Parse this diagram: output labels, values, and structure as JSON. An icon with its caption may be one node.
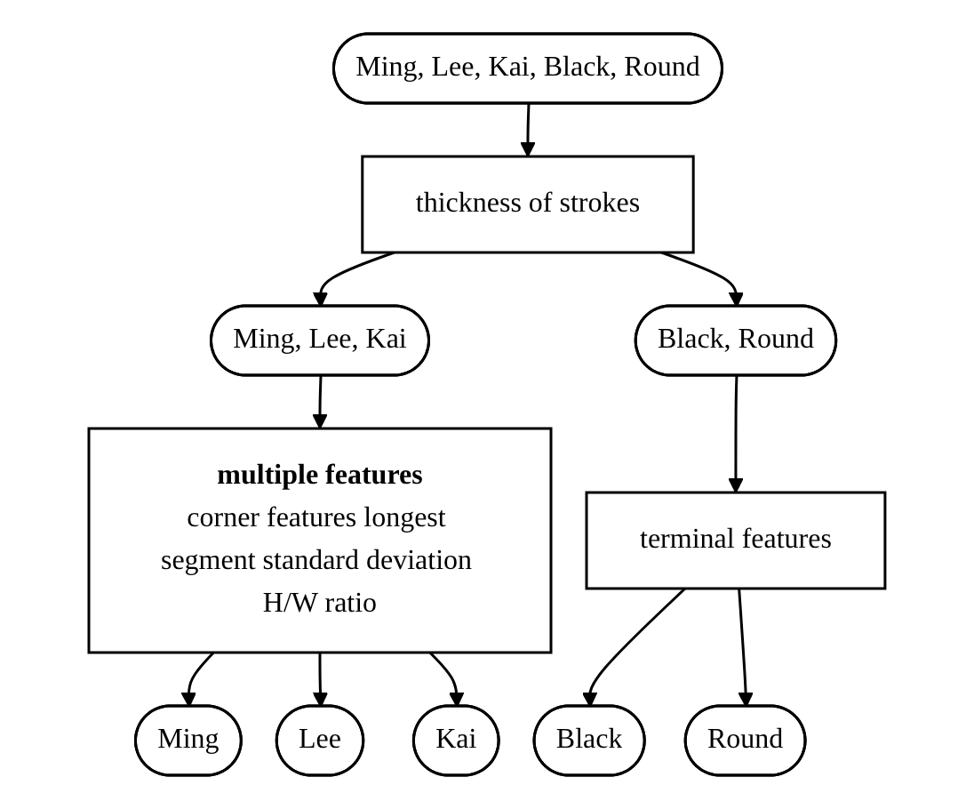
{
  "diagram": {
    "nodes": [
      {
        "text": [
          "Ming, Lee, Kai, Black, Round"
        ]
      },
      {
        "text": [
          "thickness of strokes"
        ]
      },
      {
        "text": [
          "Ming, Lee, Kai"
        ]
      },
      {
        "text": [
          "Black, Round"
        ]
      },
      {
        "text": [
          "multiple features",
          "corner features longest segment standard deviation H/W ratio"
        ]
      },
      {
        "text": [
          "terminal features"
        ]
      },
      {
        "text": [
          "Ming"
        ]
      },
      {
        "text": [
          "Lee"
        ]
      },
      {
        "text": [
          "Kai"
        ]
      },
      {
        "text": [
          "Black"
        ]
      },
      {
        "text": [
          "Round"
        ]
      }
    ],
    "edges": [
      {
        "from": 0,
        "to": 1,
        "arrow": "to"
      },
      {
        "from": 1,
        "to": 2,
        "arrow": "to"
      },
      {
        "from": 1,
        "to": 3,
        "arrow": "to"
      },
      {
        "from": 2,
        "to": 4,
        "arrow": "to"
      },
      {
        "from": 3,
        "to": 5,
        "arrow": "to"
      },
      {
        "from": 4,
        "to": 6,
        "arrow": "to"
      },
      {
        "from": 4,
        "to": 7,
        "arrow": "to"
      },
      {
        "from": 4,
        "to": 8,
        "arrow": "to"
      },
      {
        "from": 5,
        "to": 9,
        "arrow": "to"
      },
      {
        "from": 5,
        "to": 10,
        "arrow": "to"
      }
    ]
  }
}
